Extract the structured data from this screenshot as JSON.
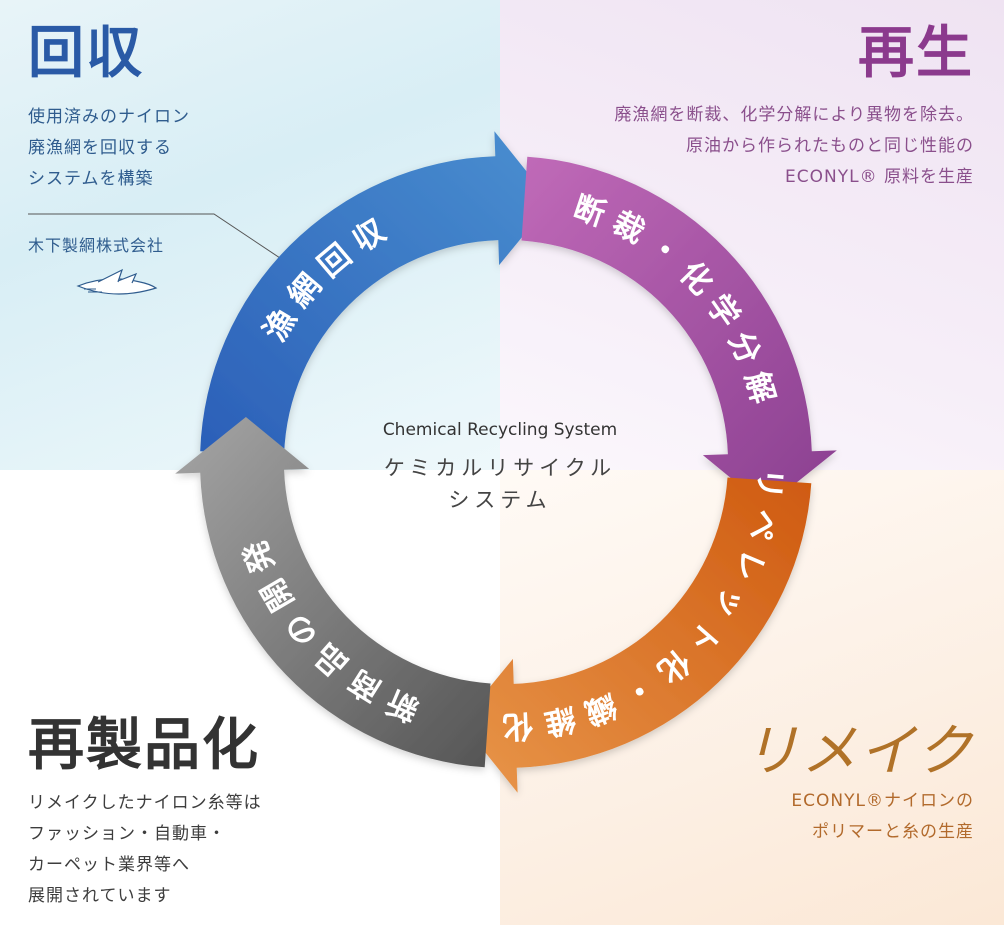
{
  "center": {
    "english": "Chemical Recycling System",
    "japanese_line1": "ケミカルリサイクル",
    "japanese_line2": "システム"
  },
  "quadrants": {
    "recover": {
      "heading": "回収",
      "description": "使用済みのナイロン\n廃漁網を回収する\nシステムを構築",
      "company": "木下製網株式会社",
      "color": "#2a5aa6"
    },
    "regenerate": {
      "heading": "再生",
      "description": "廃漁網を断裁、化学分解により異物を除去。\n原油から作られたものと同じ性能の\nECONYL® 原料を生産",
      "color": "#8b3a8d"
    },
    "remake": {
      "heading": "リメイク",
      "description": "ECONYL®ナイロンの\nポリマーと糸の生産",
      "color": "#b07228"
    },
    "reproduct": {
      "heading": "再製品化",
      "description": "リメイクしたナイロン糸等は\nファッション・自動車・\nカーペット業界等へ\n展開されています",
      "color": "#333333"
    }
  },
  "cycle_arrows": [
    {
      "label": "漁網回収",
      "color_start": "#2b5fb8",
      "color_end": "#4a8fd0",
      "icon": "net-collection-arrow"
    },
    {
      "label": "断裁・化学分解",
      "color_start": "#c06ab8",
      "color_end": "#8a3f90",
      "icon": "cut-decompose-arrow"
    },
    {
      "label": "リペレット化・繊維化",
      "color_start": "#cf5a10",
      "color_end": "#e8964a",
      "icon": "repellet-fiber-arrow"
    },
    {
      "label": "新商品の開発",
      "color_start": "#555555",
      "color_end": "#a5a5a5",
      "icon": "new-product-arrow"
    }
  ]
}
